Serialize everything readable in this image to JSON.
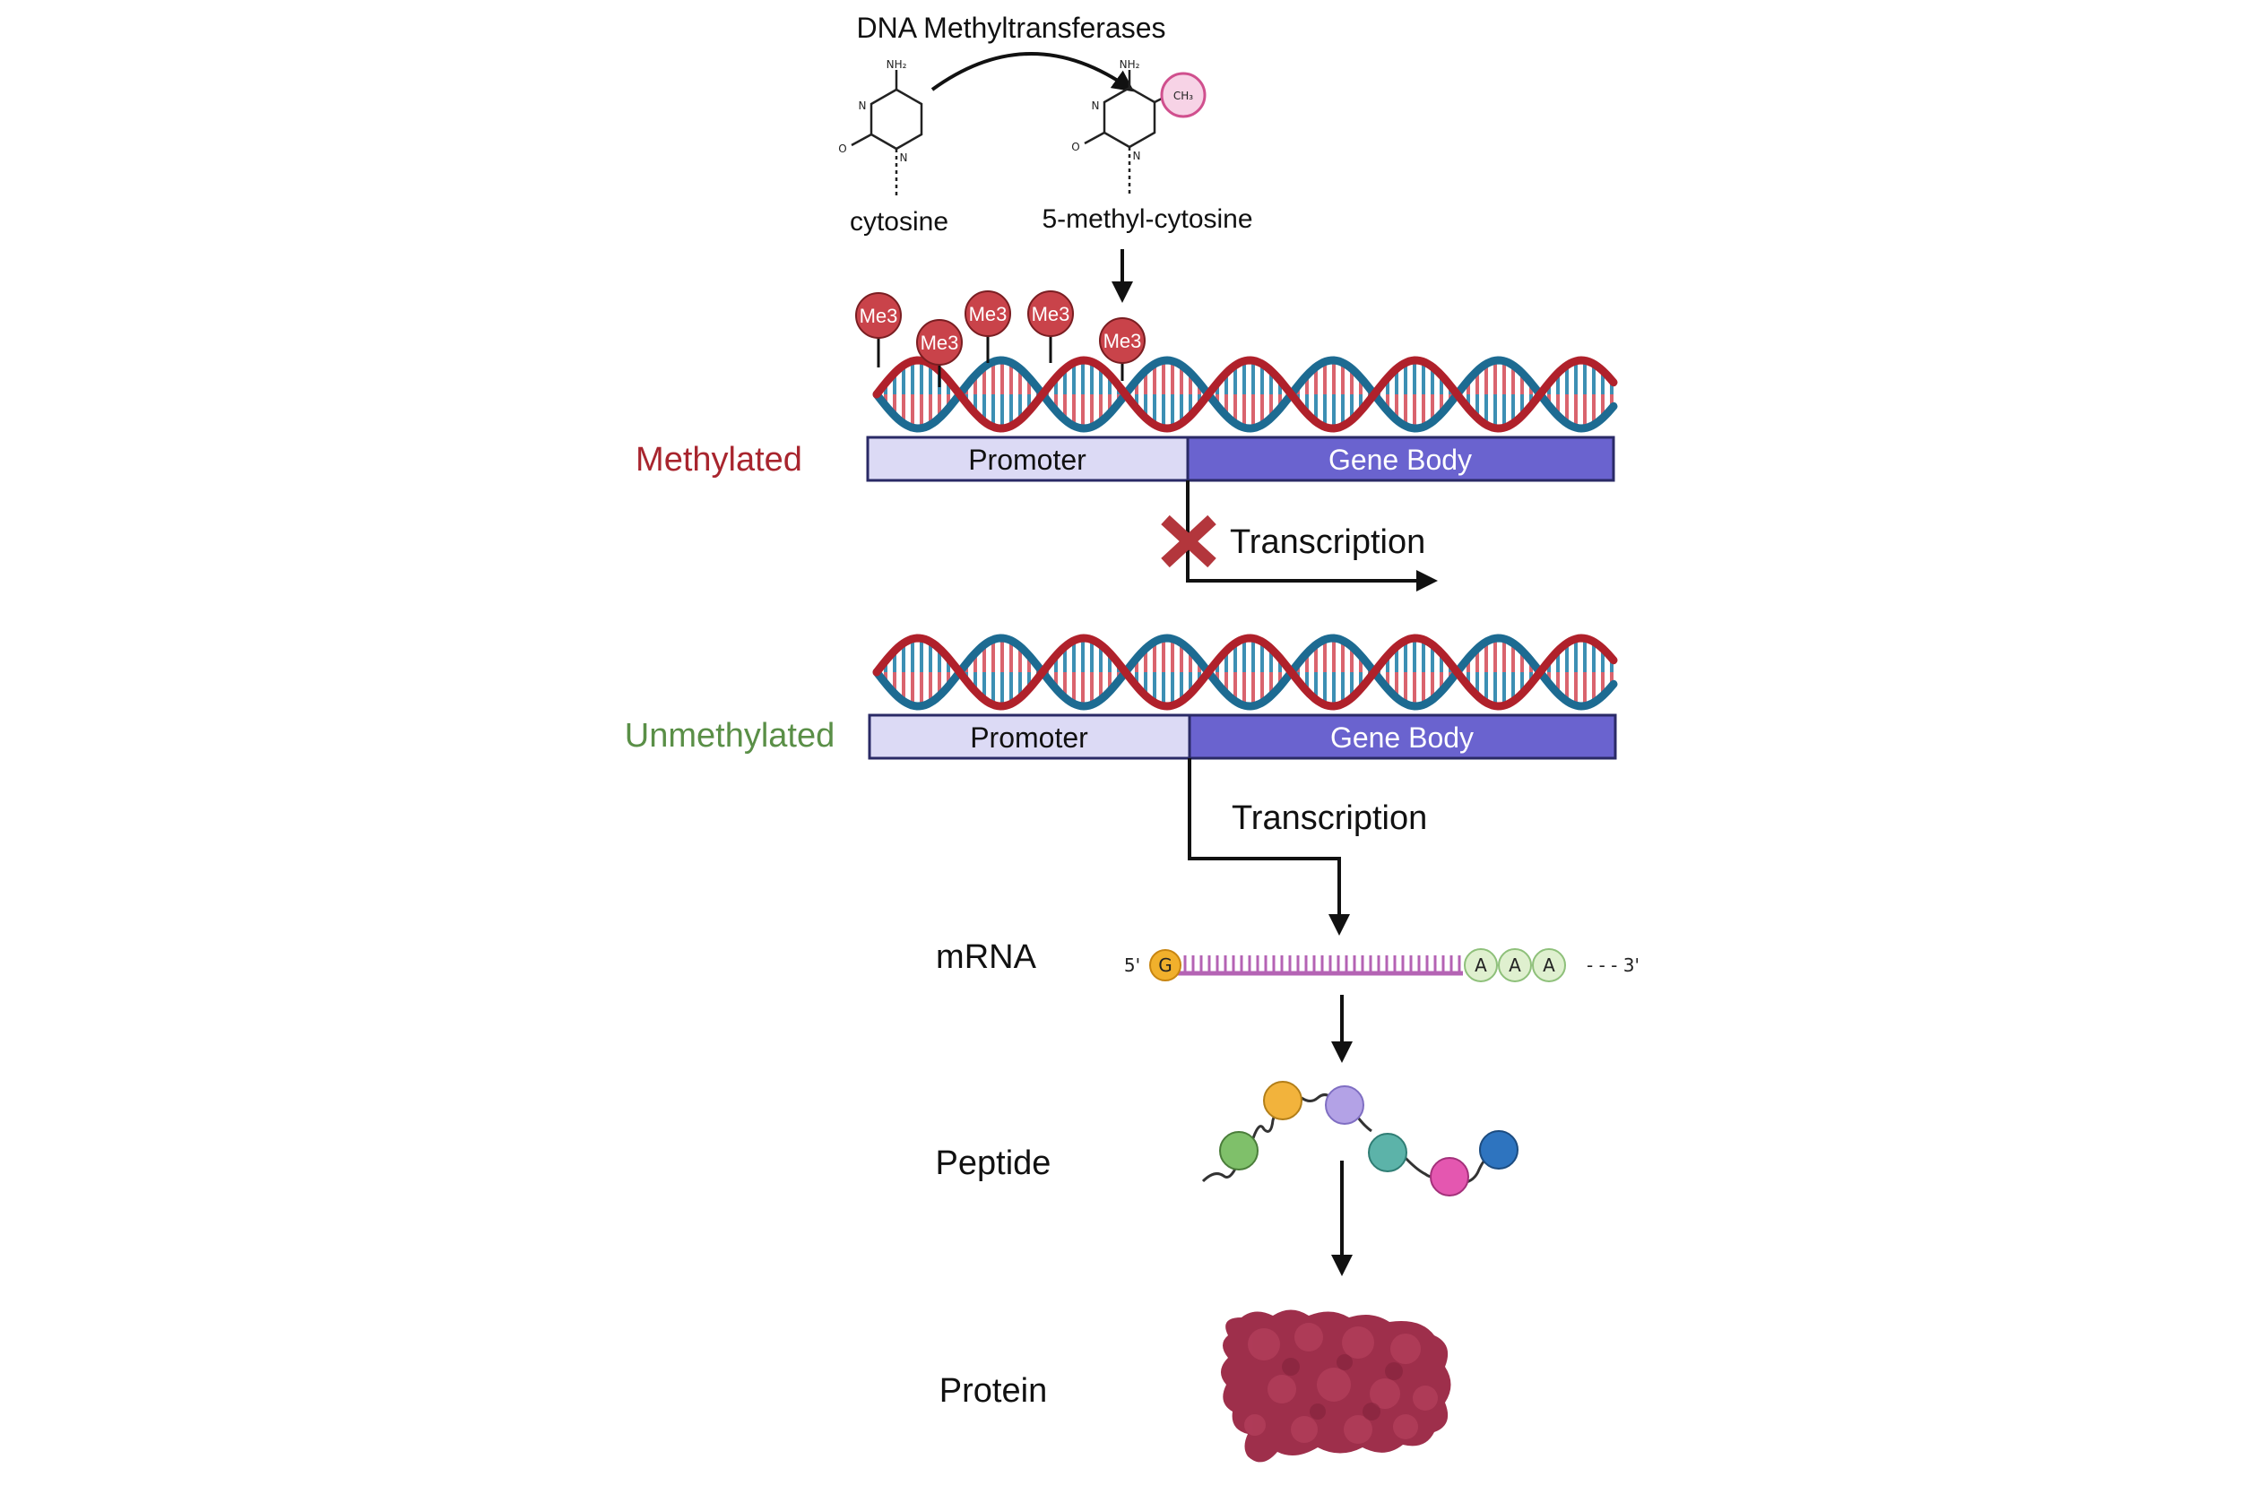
{
  "top": {
    "enzyme_label": "DNA Methyltransferases",
    "cytosine_label": "cytosine",
    "methylcytosine_label": "5-methyl-cytosine",
    "atom_nh2": "NH₂",
    "atom_n": "N",
    "atom_o": "O",
    "atom_ch3": "CH₃"
  },
  "methylated": {
    "state_label": "Methylated",
    "state_color": "#a8252e",
    "promoter_label": "Promoter",
    "gene_body_label": "Gene Body",
    "mark_label": "Me3",
    "transcription_label": "Transcription",
    "blocked": true
  },
  "unmethylated": {
    "state_label": "Unmethylated",
    "state_color": "#5a8f47",
    "promoter_label": "Promoter",
    "gene_body_label": "Gene Body",
    "transcription_label": "Transcription"
  },
  "mrna": {
    "label": "mRNA",
    "five_prime": "5'",
    "cap_letter": "G",
    "poly_a": [
      "A",
      "A",
      "A"
    ],
    "three_prime": "- - - 3'"
  },
  "peptide": {
    "label": "Peptide",
    "bead_colors": [
      "#7fc06a",
      "#f2b33c",
      "#b3a2e6",
      "#5cb3a9",
      "#e457b0",
      "#2e74bf"
    ]
  },
  "protein": {
    "label": "Protein",
    "color": "#9e2f4b"
  },
  "colors": {
    "promoter_fill": "#dcdaf5",
    "gene_body_fill": "#6a63cf",
    "strand_red": "#b0212b",
    "strand_blue": "#1d6b92",
    "me_fill": "#c9434a",
    "block_x": "#b3363c"
  }
}
